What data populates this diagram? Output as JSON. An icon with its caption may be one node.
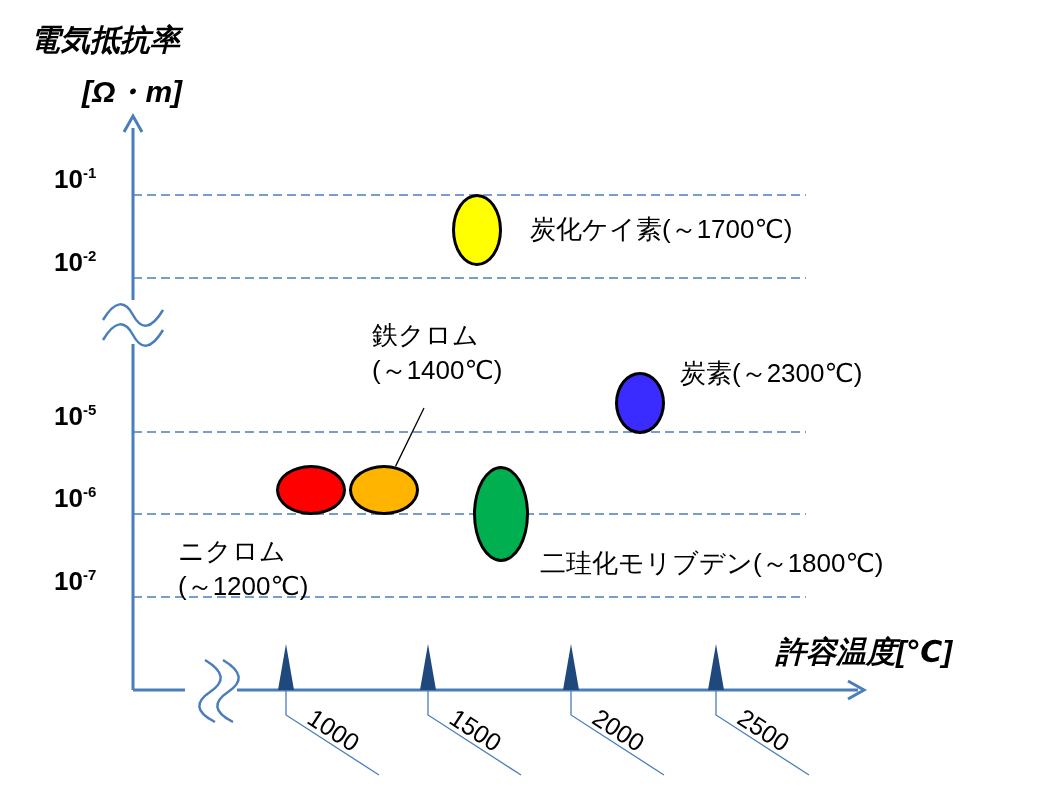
{
  "diagram": {
    "nodes": [
      {
        "text": [],
        "shape": "circle",
        "beside": [
          "炭化ケイ素(～1700℃)"
        ]
      },
      {
        "text": [
          "鉄クロム(～1400℃)"
        ]
      },
      {
        "text": [],
        "shape": "circle",
        "beside": [
          "炭素(～2300℃)"
        ]
      },
      {
        "text": [],
        "shape": "circle",
        "beside": [
          "ニクロム(～1200℃)"
        ]
      },
      {
        "text": [],
        "shape": "circle"
      },
      {
        "text": [],
        "shape": "circle",
        "beside": [
          "二珪化モリブデン(～1800℃)"
        ]
      }
    ],
    "edges": [
      {
        "from": 1,
        "to": 4,
        "arrow": "none"
      }
    ],
    "labels": [
      "電気抵抗率",
      "[Ω・m]",
      "10$^{-1}$",
      "10$^{-2}$",
      "10$^{-5}$",
      "10$^{-6}$",
      "10$^{-7}$",
      "許容温度[℃]",
      "1000",
      "1500",
      "2000",
      "2500"
    ]
  }
}
